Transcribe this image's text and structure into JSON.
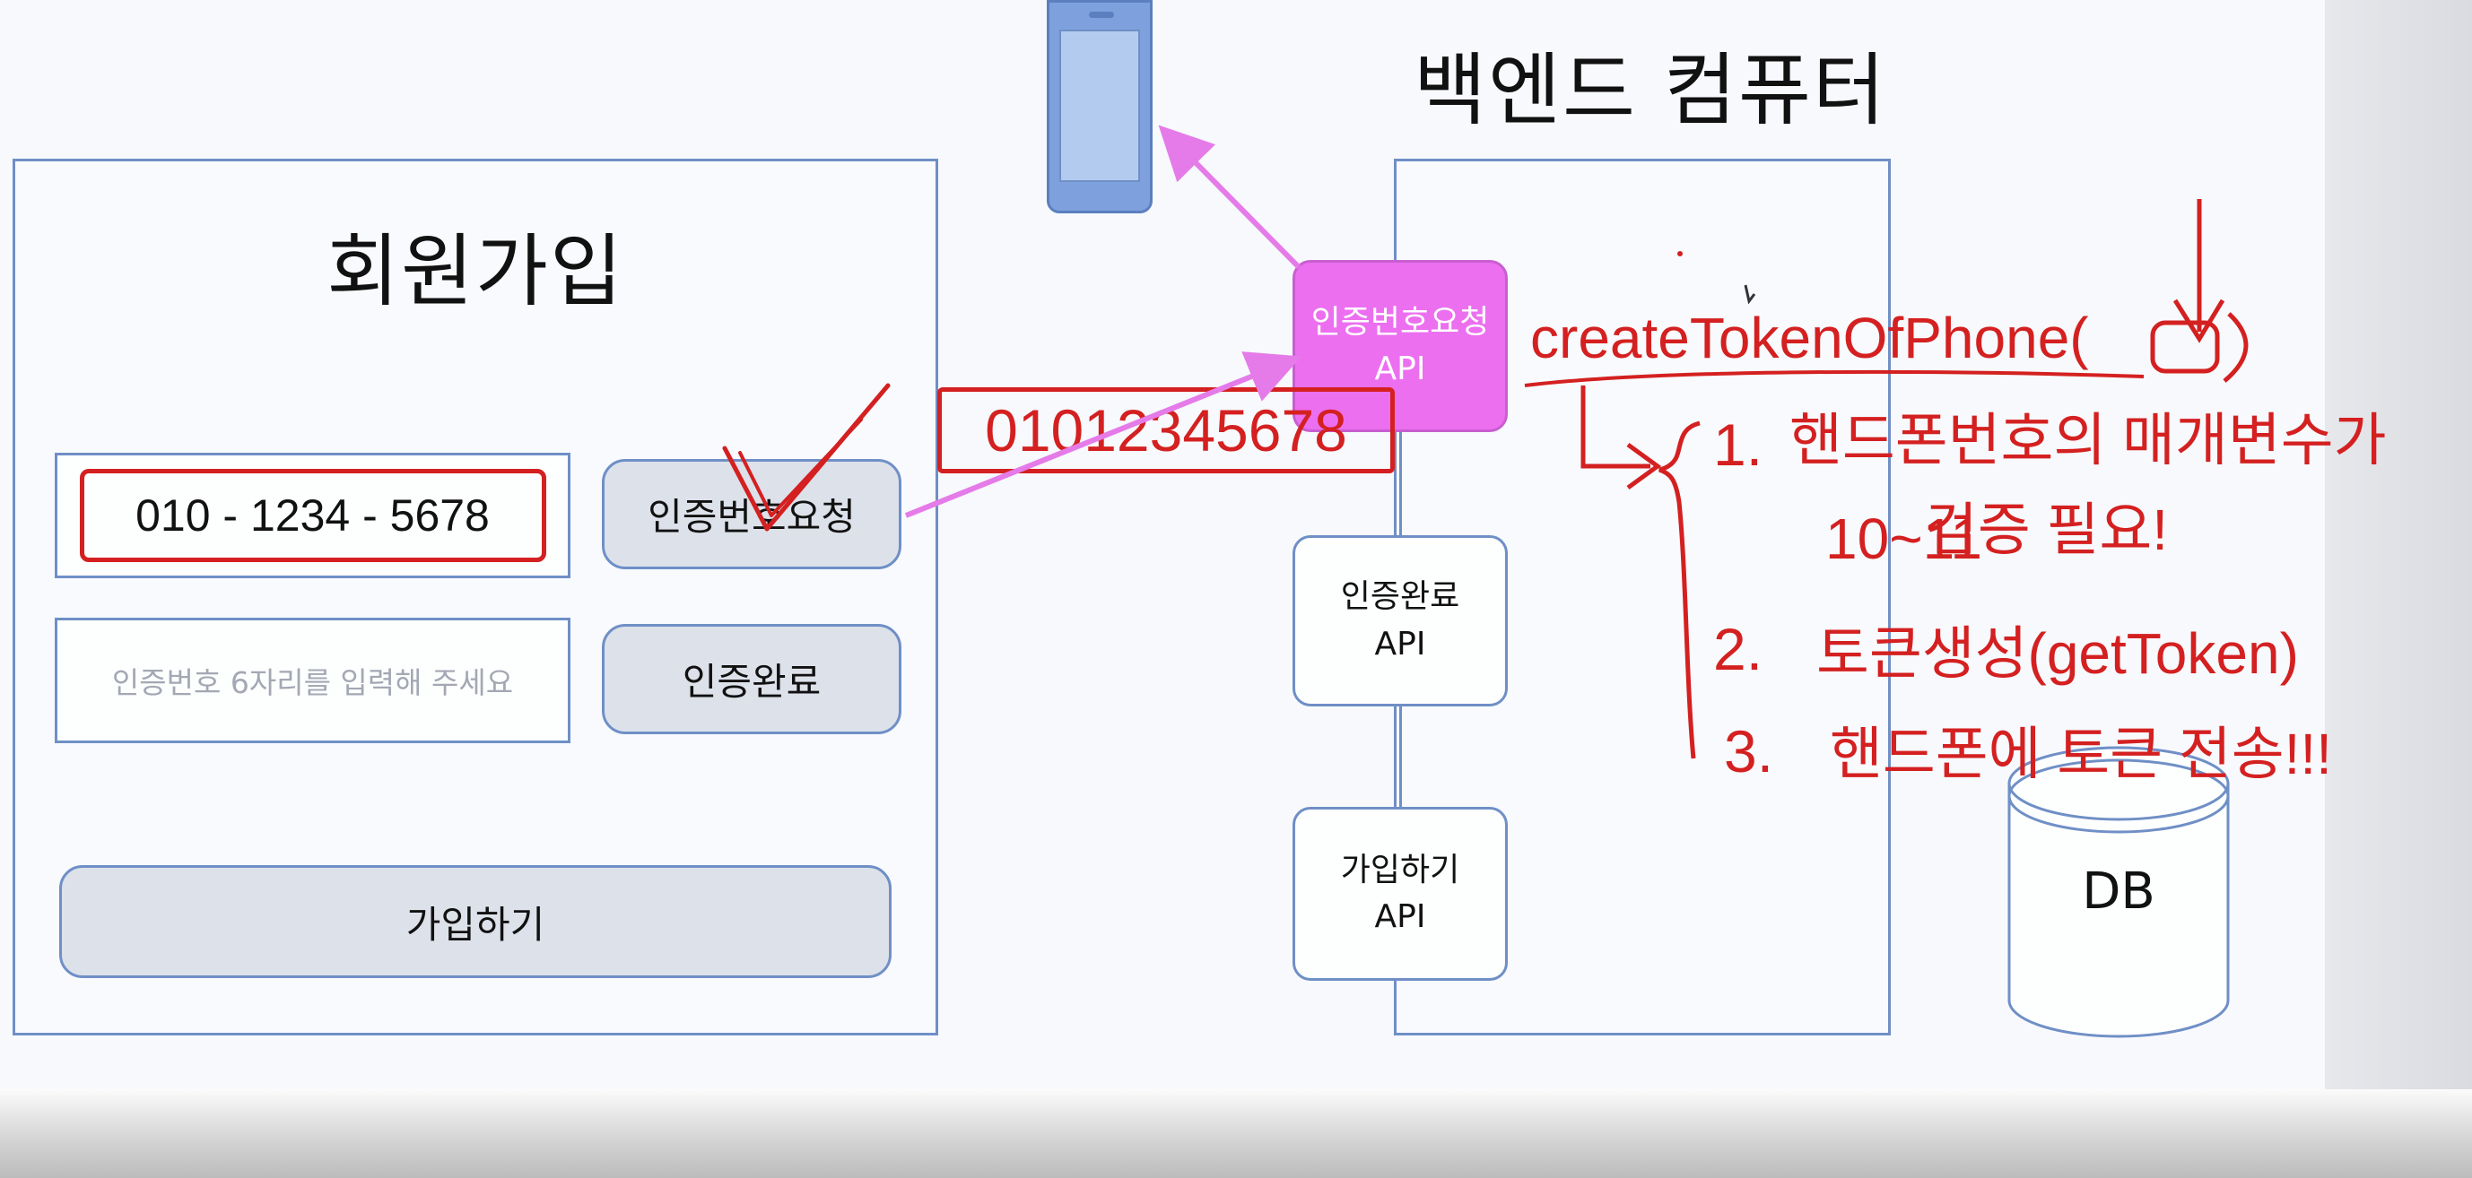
{
  "signup": {
    "title": "회원가입",
    "phone_value": "010 - 1234 - 5678",
    "request_button": "인증번호요청",
    "code_placeholder": "인증번호 6자리를 입력해 주세요",
    "confirm_button": "인증완료",
    "submit_button": "가입하기"
  },
  "backend": {
    "title": "백엔드 컴퓨터",
    "apis": [
      {
        "line1": "인증번호요청",
        "line2": "API"
      },
      {
        "line1": "인증완료",
        "line2": "API"
      },
      {
        "line1": "가입하기",
        "line2": "API"
      }
    ],
    "db_label": "DB"
  },
  "annotations": {
    "sent_number": "01012345678",
    "function_call": "createTokenOfPhone(",
    "steps": [
      {
        "num": "1.",
        "text": "핸드폰번호의 매개변수가"
      },
      {
        "num": "",
        "text": "검증 필요!"
      },
      {
        "num": "",
        "text": "10~11"
      },
      {
        "num": "2.",
        "text": "토큰생성(getToken)"
      },
      {
        "num": "3.",
        "text": "핸드폰에 토큰 전송!!!"
      }
    ]
  },
  "colors": {
    "panel_border": "#6f8fc6",
    "highlight_api": "#ec6ff0",
    "annotation_red": "#d42020",
    "arrow_pink": "#e57be8"
  }
}
